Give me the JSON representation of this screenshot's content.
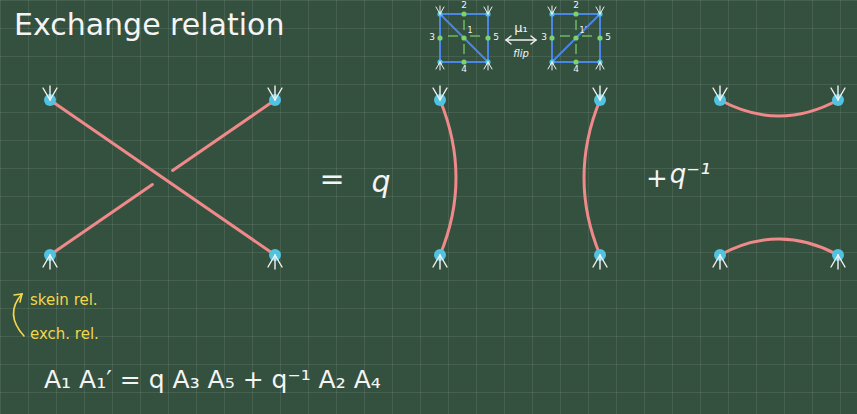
{
  "diagram": {
    "title": "Exchange relation",
    "labels": [
      "2",
      "3",
      "5",
      "4",
      "1",
      "μ₁",
      "flip",
      "2",
      "3",
      "5",
      "4",
      "1′",
      "=",
      "q",
      "+",
      "q⁻¹",
      "skein rel.",
      "exch. rel.",
      "A₁ A₁′ = q A₃ A₅ + q⁻¹ A₂ A₄"
    ]
  }
}
